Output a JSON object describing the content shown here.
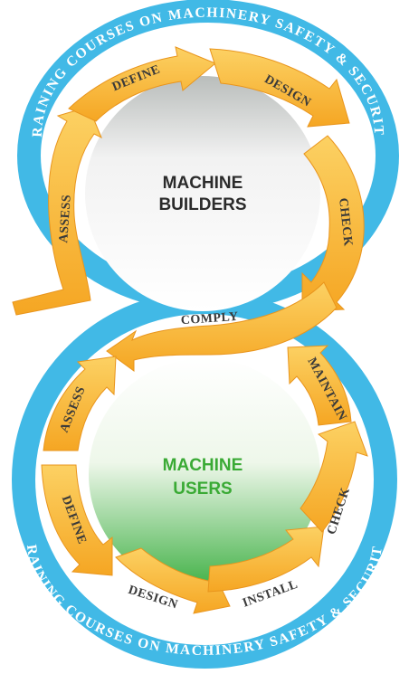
{
  "top_ring_text": "TRAINING COURSES ON MACHINERY SAFETY & SECURITY",
  "bottom_ring_text": "TRAINING COURSES ON MACHINERY SAFETY & SECURITY",
  "top_circle": {
    "line1": "MACHINE",
    "line2": "BUILDERS",
    "text_color": "#2b2b2b"
  },
  "bottom_circle": {
    "line1": "MACHINE",
    "line2": "USERS",
    "text_color": "#3aaa35"
  },
  "top_cycle": {
    "assess": "ASSESS",
    "define": "DEFINE",
    "design": "DESIGN",
    "check": "CHECK"
  },
  "comply": "COMPLY",
  "bottom_cycle": {
    "assess": "ASSESS",
    "define": "DEFINE",
    "design": "DESIGN",
    "install": "INSTALL",
    "check": "CHECK",
    "maintain": "MAINTAIN"
  },
  "colors": {
    "ring": "#41b9e6",
    "arrow_fill": "#f8b52b",
    "arrow_light": "#fcd163",
    "arrow_edge": "#e9951d"
  }
}
